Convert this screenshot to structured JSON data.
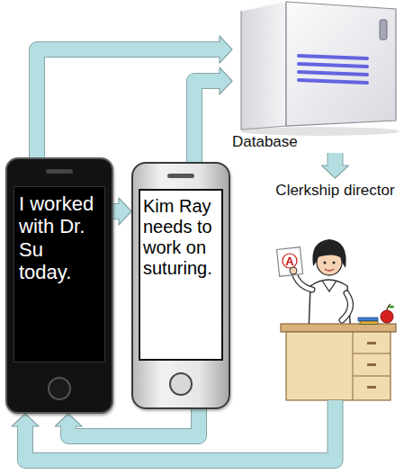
{
  "diagram": {
    "nodes": [
      {
        "text": [
          "I worked with Dr. Su today."
        ]
      },
      {
        "text": [
          "Kim Ray needs to work on suturing."
        ]
      },
      {
        "text": [
          "Database"
        ]
      },
      {
        "text": [
          "Clerkship director"
        ]
      }
    ],
    "edges": [
      {
        "from": 0,
        "to": 2,
        "arrow": "to"
      },
      {
        "from": 1,
        "to": 2,
        "arrow": "to"
      },
      {
        "from": 0,
        "to": 1,
        "arrow": "to"
      },
      {
        "from": 2,
        "to": 3,
        "arrow": "to"
      },
      {
        "from": 1,
        "to": 0,
        "arrow": "to"
      },
      {
        "from": 3,
        "to": 0,
        "arrow": "to"
      }
    ],
    "labels": [
      "A"
    ]
  }
}
